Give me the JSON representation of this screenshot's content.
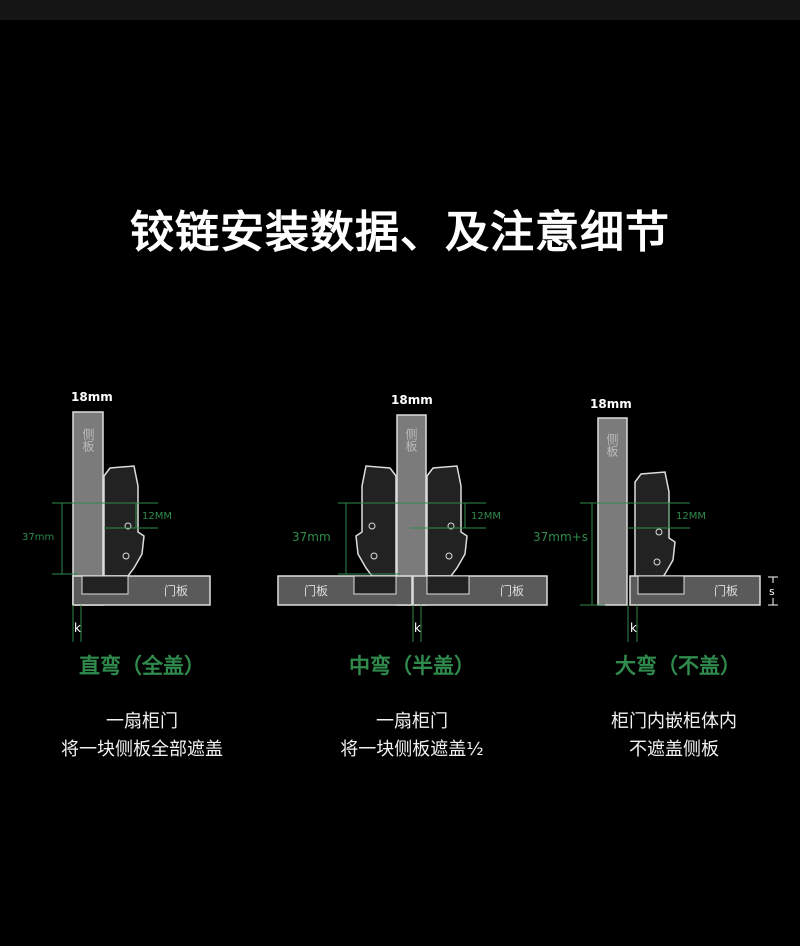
{
  "title": "铰链安装数据、及注意细节",
  "colors": {
    "accent": "#2f8a4c",
    "panel": "#7b7b7b",
    "door": "#5a5a5a"
  },
  "diagrams": [
    {
      "thickness": "18mm",
      "side_label": "侧板",
      "door_label": "门板",
      "dim_height": "37mm",
      "dim_gap": "12MM",
      "k": "k",
      "name": "直弯（全盖）",
      "desc1": "一扇柜门",
      "desc2": "将一块侧板全部遮盖"
    },
    {
      "thickness": "18mm",
      "side_label": "侧板",
      "door_label": "门板",
      "dim_height": "37mm",
      "dim_gap": "12MM",
      "k": "k",
      "name": "中弯（半盖）",
      "desc1": "一扇柜门",
      "desc2": "将一块侧板遮盖½"
    },
    {
      "thickness": "18mm",
      "side_label": "侧板",
      "door_label": "门板",
      "dim_height": "37mm+s",
      "dim_gap": "12MM",
      "k": "k",
      "s": "s",
      "name": "大弯（不盖）",
      "desc1": "柜门内嵌柜体内",
      "desc2": "不遮盖侧板"
    }
  ]
}
